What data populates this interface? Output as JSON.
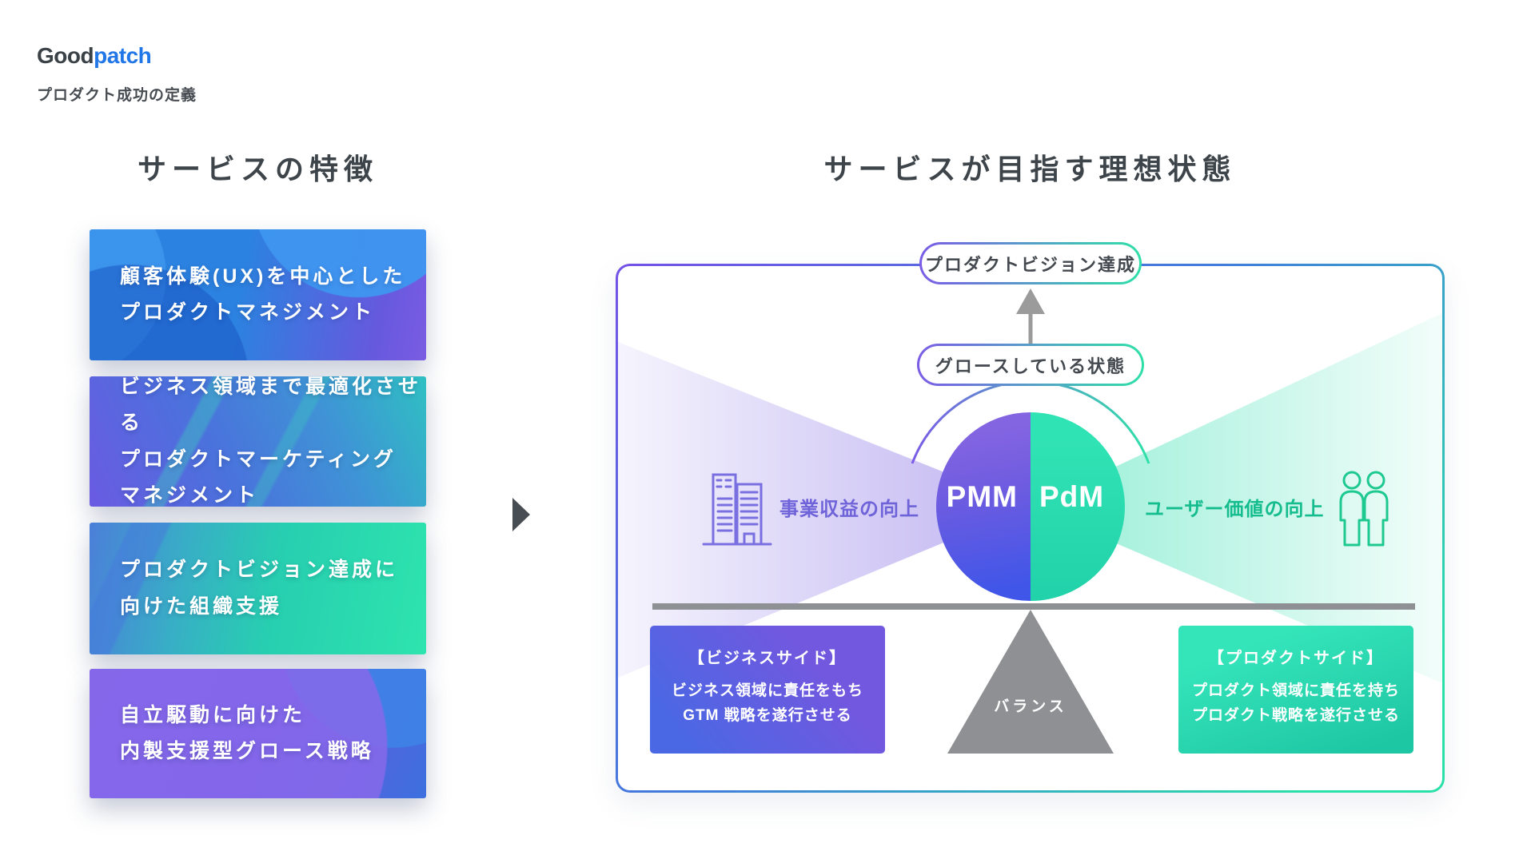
{
  "header": {
    "logo_part_dark": "Good",
    "logo_part_blue": "patch",
    "subtitle": "プロダクト成功の定義"
  },
  "left_section": {
    "heading": "サービスの特徴",
    "cards": [
      {
        "lines": [
          "顧客体験(UX)を中心とした",
          "プロダクトマネジメント"
        ]
      },
      {
        "lines": [
          "ビジネス領域まで最適化させる",
          "プロダクトマーケティング",
          "マネジメント"
        ]
      },
      {
        "lines": [
          "プロダクトビジョン達成に",
          "向けた組織支援"
        ]
      },
      {
        "lines": [
          "自立駆動に向けた",
          "内製支援型グロース戦略"
        ]
      }
    ]
  },
  "right_section": {
    "heading": "サービスが目指す理想状態",
    "diagram": {
      "vision_pill": "プロダクトビジョン達成",
      "growth_pill": "グロースしている状態",
      "pmm": "PMM",
      "pdm": "PdM",
      "business_outcome": "事業収益の向上",
      "user_outcome": "ユーザー価値の向上",
      "balance": "バランス",
      "business_box": {
        "title": "【ビジネスサイド】",
        "lines": [
          "ビジネス領域に責任をもち",
          "GTM 戦略を遂行させる"
        ]
      },
      "product_box": {
        "title": "【プロダクトサイド】",
        "lines": [
          "プロダクト領域に責任を持ち",
          "プロダクト戦略を遂行させる"
        ]
      }
    }
  },
  "colors": {
    "brand_blue": "#2277e8",
    "dark_text": "#3d444a",
    "frame_gradient_start": "#7352e6",
    "frame_gradient_end": "#2ae0a9",
    "pmm_purple": "#6f5ce0",
    "pdm_teal": "#26d9ae",
    "business_label_purple": "#6f63d9",
    "user_label_green": "#15bd8e",
    "balance_gray": "#8f9093"
  }
}
